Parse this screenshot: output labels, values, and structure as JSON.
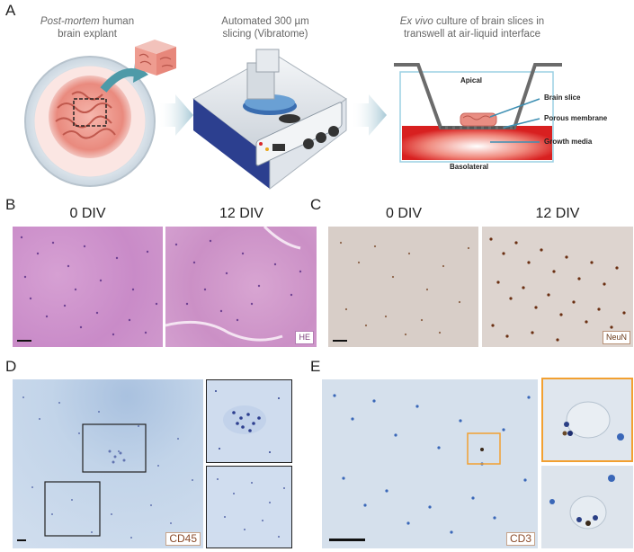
{
  "panelA": {
    "label": "A",
    "step1": {
      "italic": "Post-mortem",
      "rest": " human",
      "line2": "brain explant"
    },
    "step2": {
      "line1": "Automated 300 µm",
      "line2": "slicing (Vibratome)"
    },
    "step3": {
      "italic": "Ex vivo",
      "rest": " culture of brain slices in",
      "line2": "transwell at air-liquid interface"
    },
    "transwell": {
      "apical": "Apical",
      "basolateral": "Basolateral",
      "brain_slice": "Brain slice",
      "porous_membrane": "Porous membrane",
      "growth_media": "Growth media"
    }
  },
  "panelB": {
    "label": "B",
    "left_title": "0 DIV",
    "right_title": "12 DIV",
    "stain": "HE"
  },
  "panelC": {
    "label": "C",
    "left_title": "0 DIV",
    "right_title": "12 DIV",
    "stain": "NeuN"
  },
  "panelD": {
    "label": "D",
    "stain": "CD45"
  },
  "panelE": {
    "label": "E",
    "stain": "CD3"
  },
  "colors": {
    "he": "#c98bc8",
    "neun": "#d9cfc9",
    "cd": "#b9cde3",
    "orange": "#f2a031"
  }
}
